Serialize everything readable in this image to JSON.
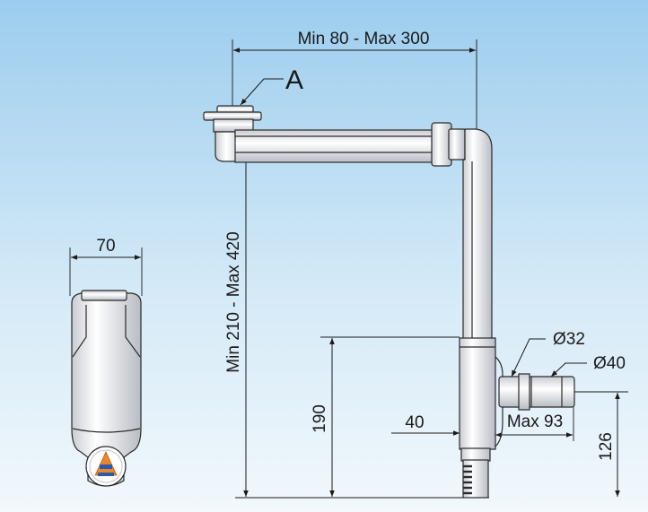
{
  "dimensions": {
    "width_70": "70",
    "horizontal_range": "Min 80 - Max 300",
    "vertical_range": "Min 210 - Max 420",
    "height_190": "190",
    "offset_40": "40",
    "dia_32": "Ø32",
    "dia_40": "Ø40",
    "max_93": "Max 93",
    "height_126": "126"
  },
  "callout": {
    "label": "A"
  },
  "colors": {
    "background_top": "#9ccdee",
    "background_bottom": "#f2f8fc",
    "logo_orange": "#e8882a",
    "logo_blue": "#2a5aa8"
  }
}
